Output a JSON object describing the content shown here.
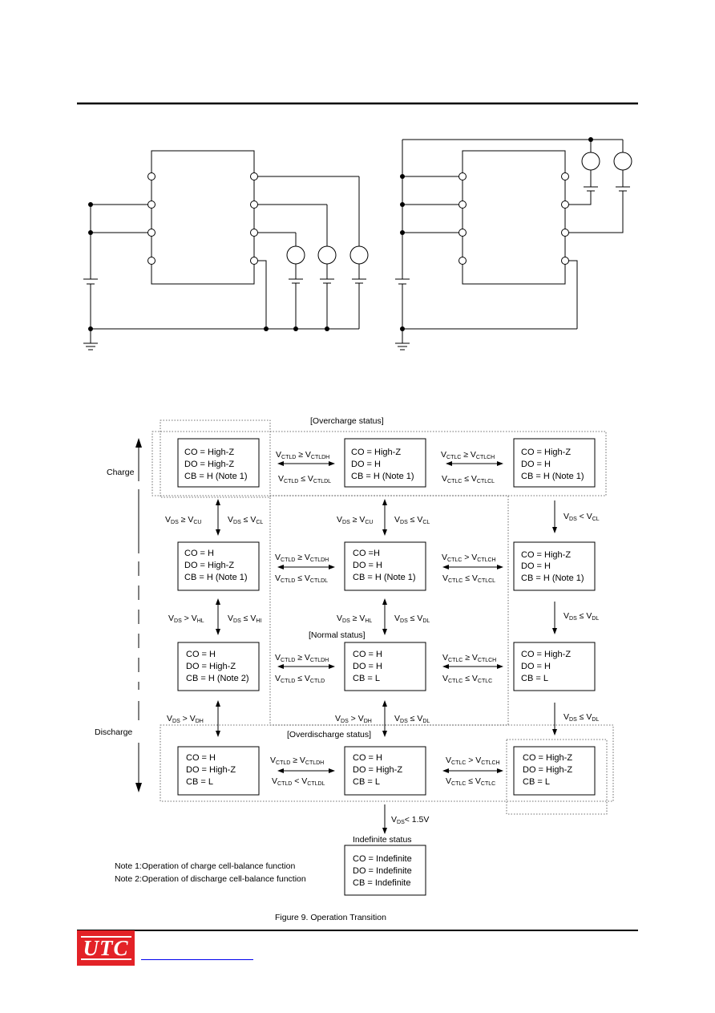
{
  "labels": {
    "overcharge_status": "[Overcharge status]",
    "normal_status": "[Normal status]",
    "overdischarge_status": "[Overdischarge status]",
    "indefinite_status": "Indefinite status",
    "charge": "Charge",
    "discharge": "Discharge",
    "vds_15": "< 1.5V",
    "figure_caption": "Figure 9. Operation Transition",
    "note1": "Note 1:Operation of charge cell-balance function",
    "note2": "Note 2:Operation of discharge cell-balance function"
  },
  "states": {
    "r1c1": [
      "CO = High-Z",
      "DO = High-Z",
      "CB = H (Note 1)"
    ],
    "r1c2": [
      "CO = High-Z",
      "DO = H",
      "CB = H (Note 1)"
    ],
    "r1c3": [
      "CO = High-Z",
      "DO = H",
      "CB = H (Note 1)"
    ],
    "r2c1": [
      "CO = H",
      "DO = High-Z",
      "CB = H (Note 1)"
    ],
    "r2c2": [
      "CO =H",
      "DO = H",
      "CB = H (Note 1)"
    ],
    "r2c3": [
      "CO = High-Z",
      "DO = H",
      "CB = H (Note 1)"
    ],
    "r3c1": [
      "CO = H",
      "DO = High-Z",
      "CB = H (Note 2)"
    ],
    "r3c2": [
      "CO = H",
      "DO = H",
      "CB = L"
    ],
    "r3c3": [
      "CO = High-Z",
      "DO = H",
      "CB = L"
    ],
    "r4c1": [
      "CO = H",
      "DO = High-Z",
      "CB = L"
    ],
    "r4c2": [
      "CO = H",
      "DO = High-Z",
      "CB = L"
    ],
    "r4c3": [
      "CO = High-Z",
      "DO = High-Z",
      "CB = L"
    ],
    "indef": [
      "CO = Indefinite",
      "DO = Indefinite",
      "CB = Indefinite"
    ]
  },
  "conditions": {
    "ctld_ge_ctldh": "≥",
    "ctld_le_ctldl": "≤",
    "v_ds": "V",
    "cu": "V",
    "ge": "≥",
    "le": "≤",
    "gt": ">",
    "lt": "<"
  },
  "colors": {
    "logo_red": "#e32227",
    "line": "#000000"
  }
}
